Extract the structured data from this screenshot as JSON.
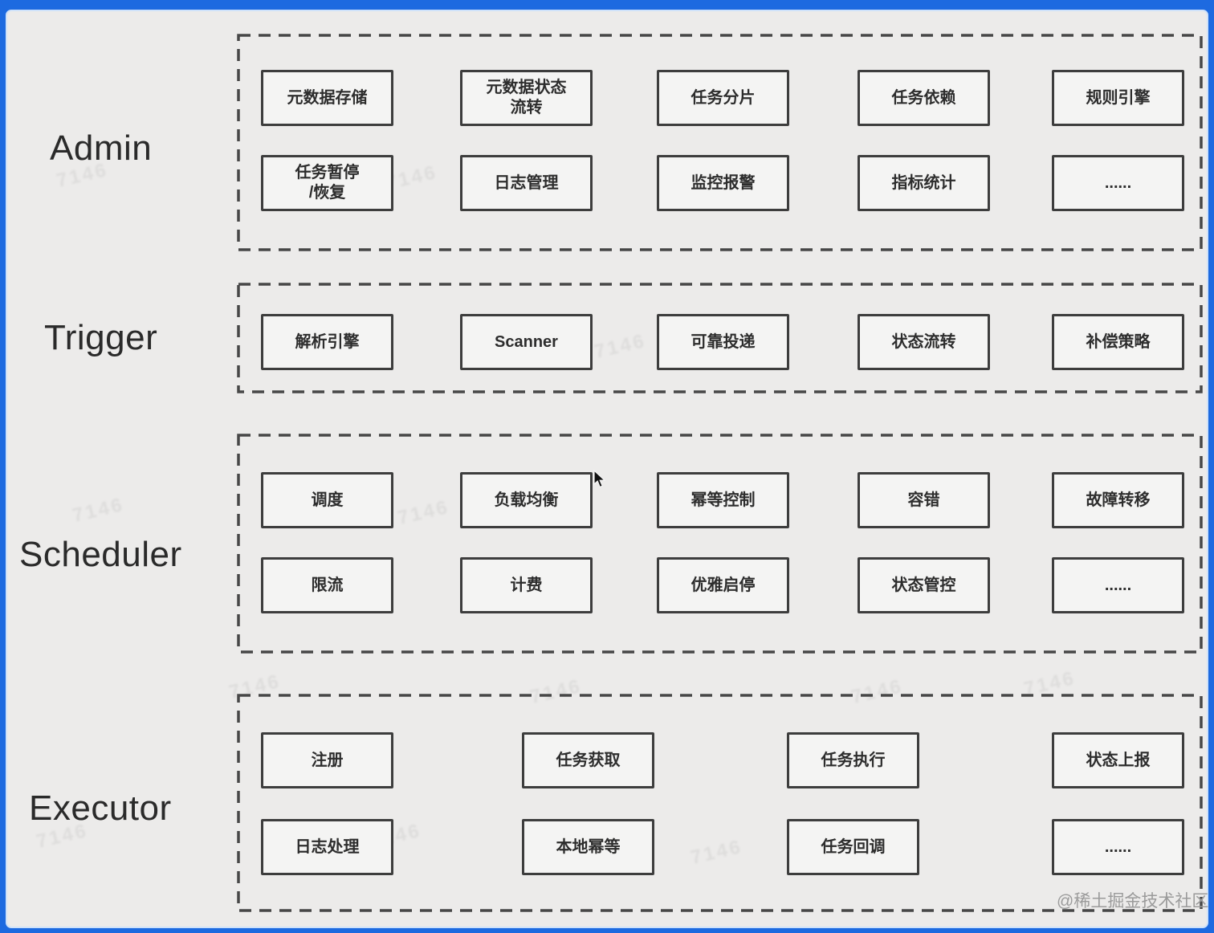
{
  "page": {
    "background_color": "#ecebea",
    "frame_color": "#1d6ae0",
    "inner_edge_color": "#cfe2fa",
    "box_border_color": "#3d3d3d",
    "dashed_border_color": "#474747"
  },
  "watermark": {
    "tile_text": "7146",
    "footer": "@稀土掘金技术社区"
  },
  "sections": [
    {
      "label": "Admin",
      "rows": [
        [
          "元数据存储",
          "元数据状态\n流转",
          "任务分片",
          "任务依赖",
          "规则引擎"
        ],
        [
          "任务暂停\n/恢复",
          "日志管理",
          "监控报警",
          "指标统计",
          "......"
        ]
      ]
    },
    {
      "label": "Trigger",
      "rows": [
        [
          "解析引擎",
          "Scanner",
          "可靠投递",
          "状态流转",
          "补偿策略"
        ]
      ]
    },
    {
      "label": "Scheduler",
      "rows": [
        [
          "调度",
          "负载均衡",
          "幂等控制",
          "容错",
          "故障转移"
        ],
        [
          "限流",
          "计费",
          "优雅启停",
          "状态管控",
          "......"
        ]
      ]
    },
    {
      "label": "Executor",
      "rows": [
        [
          "注册",
          "任务获取",
          "任务执行",
          "状态上报"
        ],
        [
          "日志处理",
          "本地幂等",
          "任务回调",
          "......"
        ]
      ]
    }
  ]
}
